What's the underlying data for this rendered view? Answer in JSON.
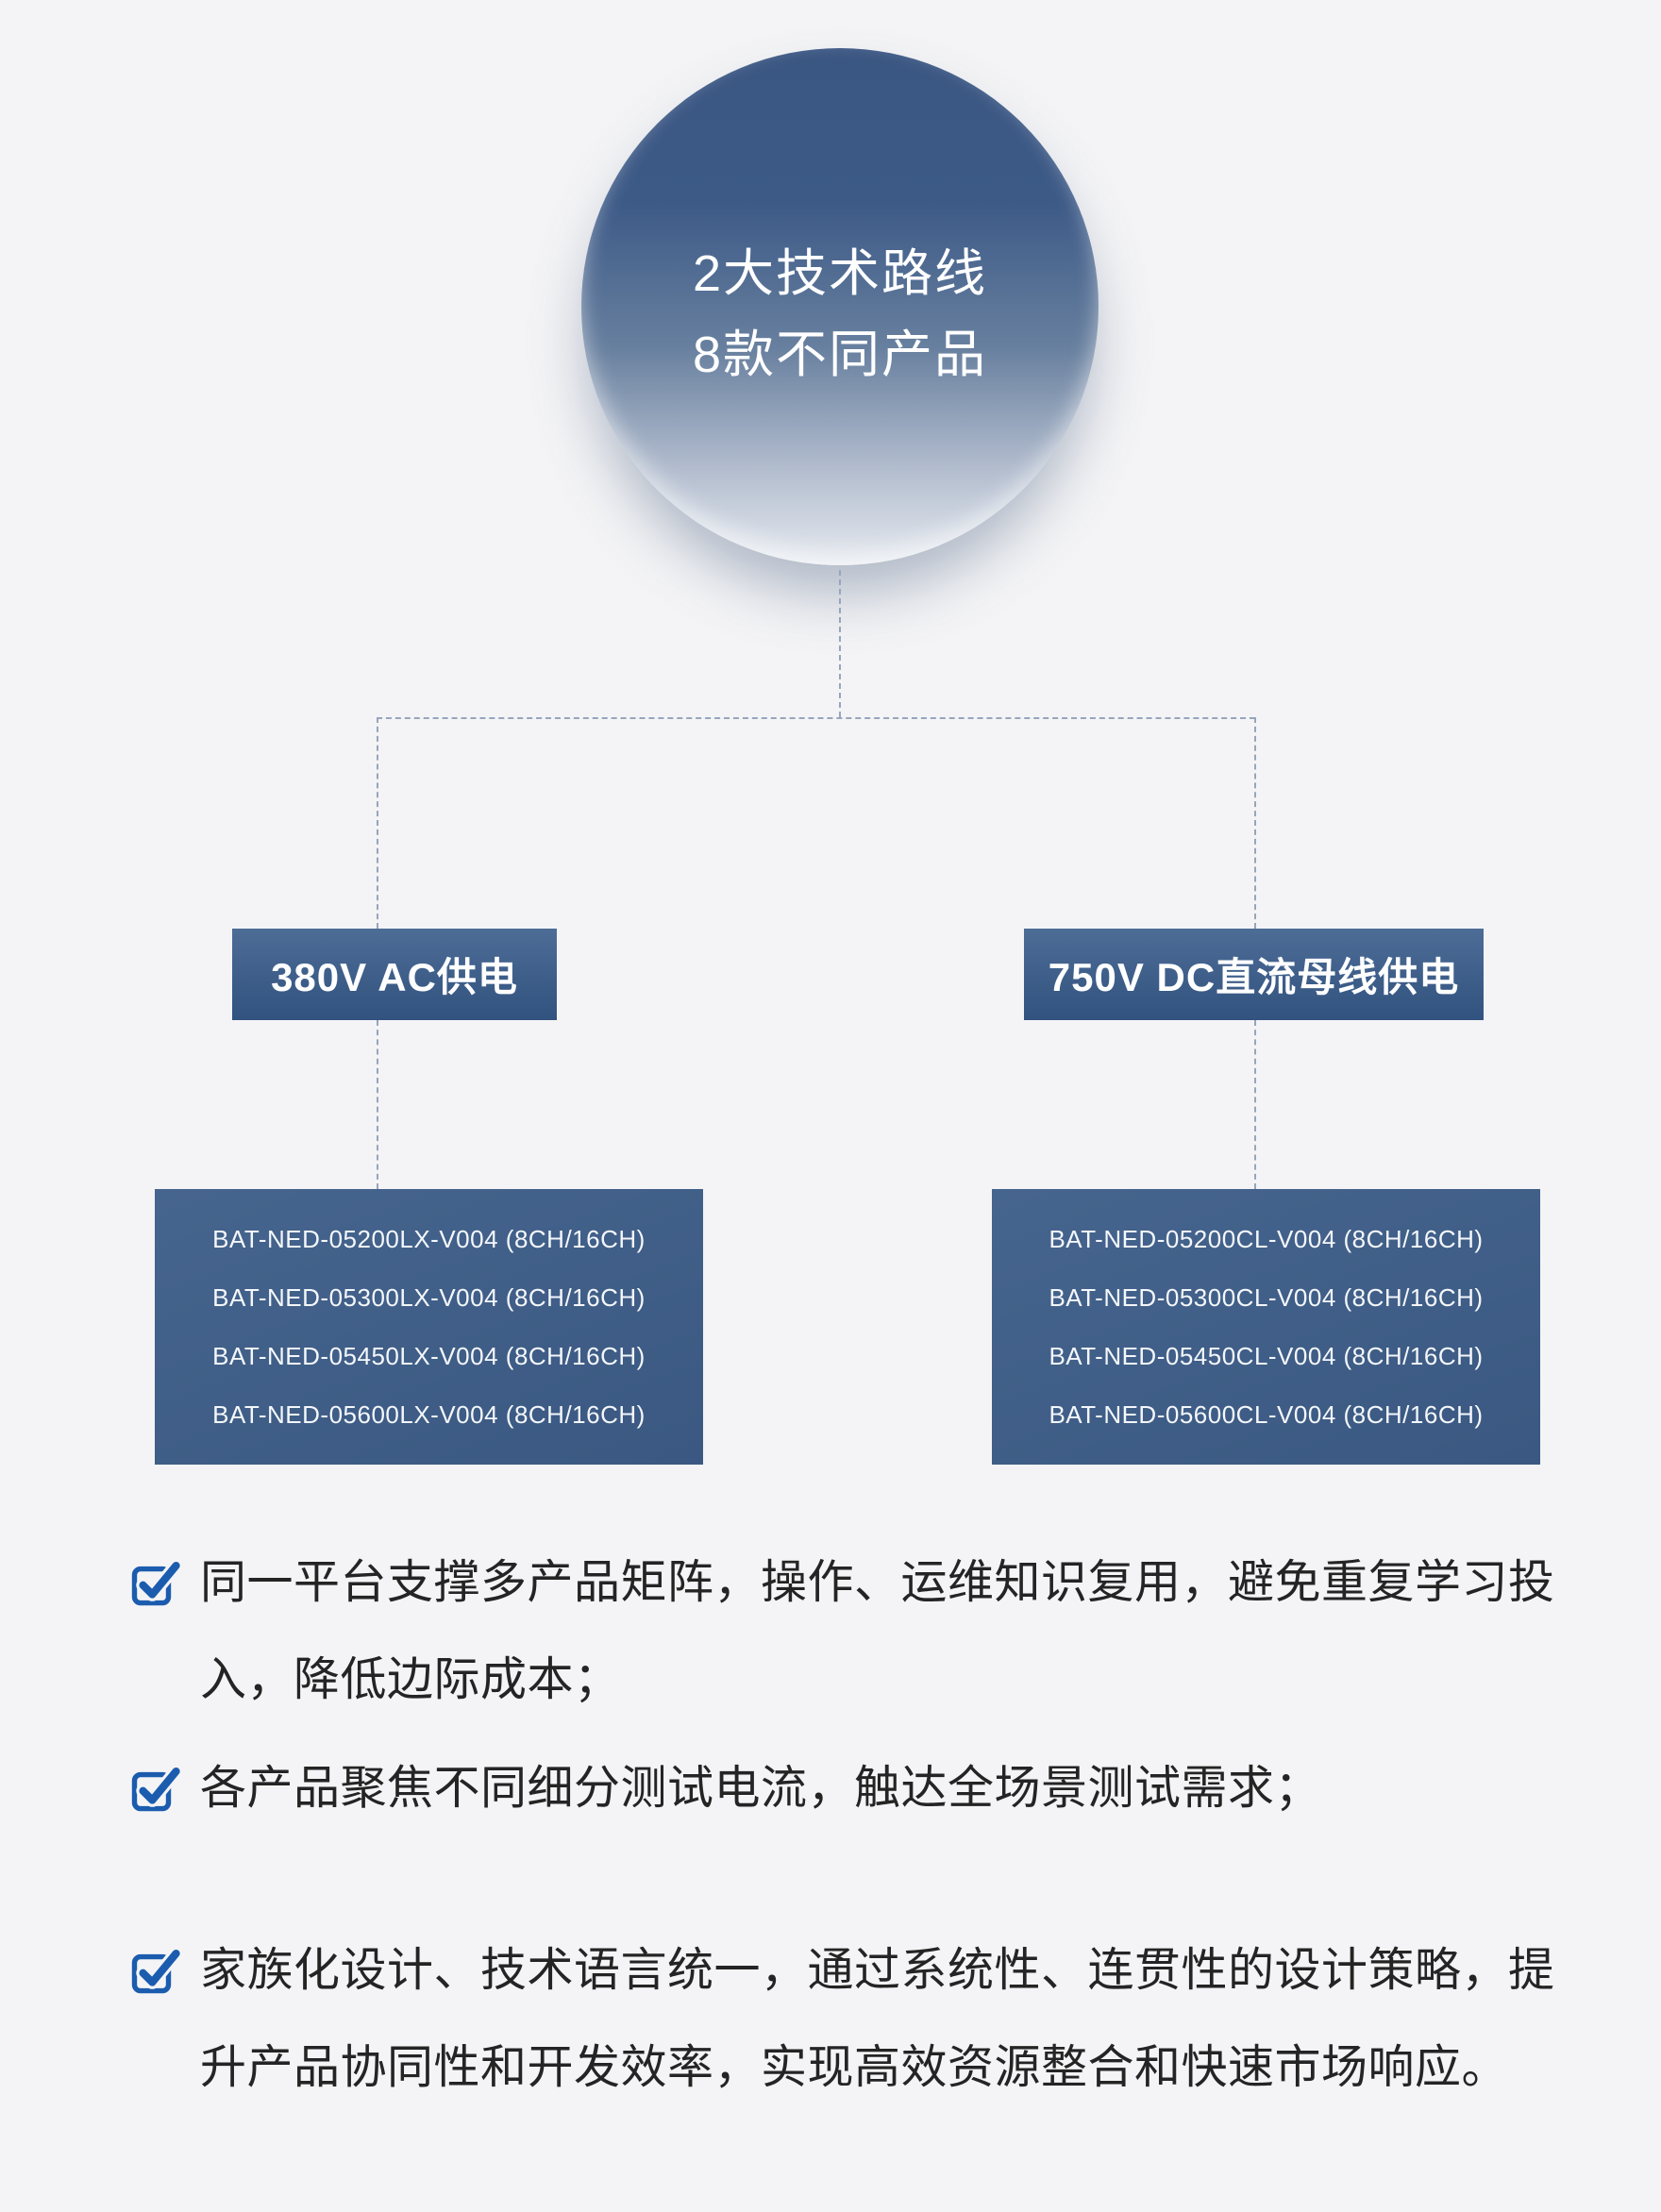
{
  "colors": {
    "background": "#f4f4f6",
    "node_blue": "#3d5a87",
    "accent_blue": "#1b5cae",
    "connector": "#97a5bc",
    "text_dark": "#242424"
  },
  "root": {
    "line1": "2大技术路线",
    "line2": "8款不同产品"
  },
  "branches": [
    {
      "header": "380V AC供电",
      "products": [
        "BAT-NED-05200LX-V004 (8CH/16CH)",
        "BAT-NED-05300LX-V004 (8CH/16CH)",
        "BAT-NED-05450LX-V004 (8CH/16CH)",
        "BAT-NED-05600LX-V004 (8CH/16CH)"
      ]
    },
    {
      "header": "750V DC直流母线供电",
      "products": [
        "BAT-NED-05200CL-V004 (8CH/16CH)",
        "BAT-NED-05300CL-V004 (8CH/16CH)",
        "BAT-NED-05450CL-V004 (8CH/16CH)",
        "BAT-NED-05600CL-V004 (8CH/16CH)"
      ]
    }
  ],
  "bullets": [
    "同一平台支撑多产品矩阵，操作、运维知识复用，避免重复学习投入，降低边际成本；",
    "各产品聚焦不同细分测试电流，触达全场景测试需求；",
    "家族化设计、技术语言统一，通过系统性、连贯性的设计策略，提升产品协同性和开发效率，实现高效资源整合和快速市场响应。"
  ]
}
